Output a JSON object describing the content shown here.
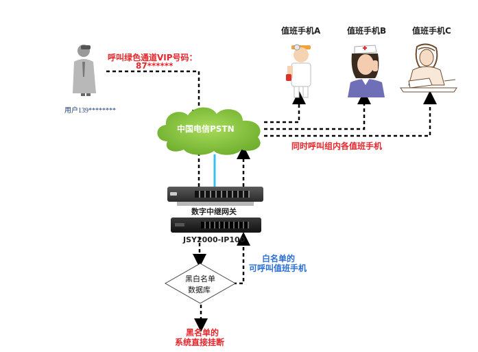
{
  "caller": {
    "icon": "phone-user-icon",
    "label": "用户139********",
    "call_line1": "呼叫绿色通道VIP号码：",
    "call_line2": "87******"
  },
  "cloud": {
    "label": "中国电信PSTN",
    "color": "#8cc63f"
  },
  "ring_label": "同时呼叫组内各值班手机",
  "phones": [
    {
      "label": "值班手机A",
      "icon": "doctor-icon"
    },
    {
      "label": "值班手机B",
      "icon": "nurse-icon"
    },
    {
      "label": "值班手机C",
      "icon": "operator-icon"
    }
  ],
  "gateway": {
    "label": "数字中继网关",
    "model": "JSY2000-IP100"
  },
  "database": {
    "line1": "黑白名单",
    "line2": "数据库"
  },
  "whitelist": {
    "line1": "白名单的",
    "line2": "可呼叫值班手机"
  },
  "blacklist": {
    "line1": "黑名单的",
    "line2": "系统直接挂断"
  },
  "colors": {
    "red": "#e8262b",
    "blue": "#2a6fd6",
    "cyan": "#33c3e8"
  }
}
